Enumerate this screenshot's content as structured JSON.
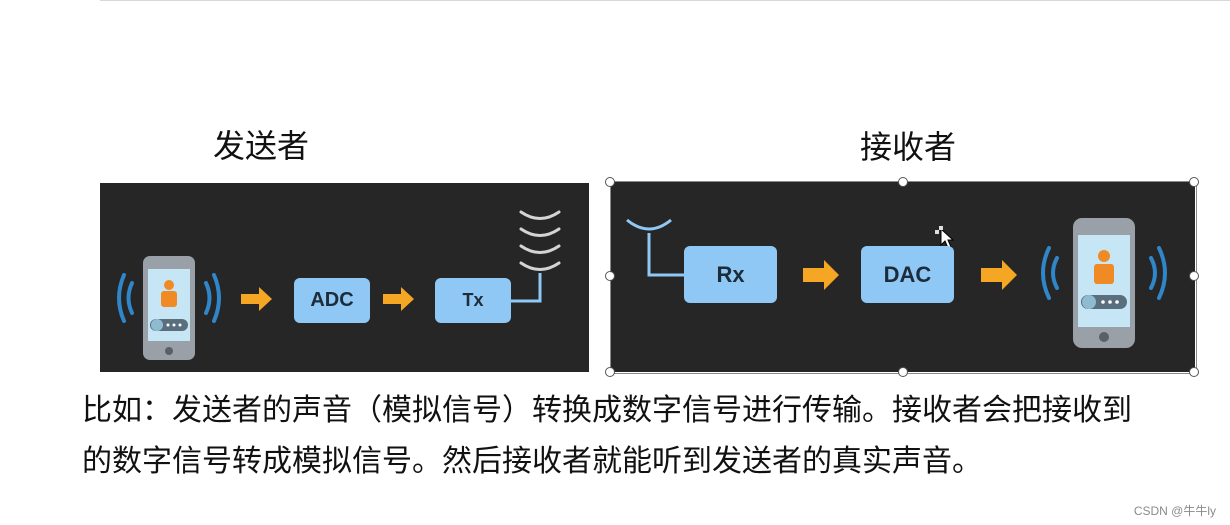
{
  "sender_title": "发送者",
  "receiver_title": "接收者",
  "sender_diagram": {
    "adc_label": "ADC",
    "tx_label": "Tx"
  },
  "receiver_diagram": {
    "rx_label": "Rx",
    "dac_label": "DAC"
  },
  "paragraph": {
    "line1": "比如：发送者的声音（模拟信号）转换成数字信号进行传输。接收者会把接收到",
    "line2": "的数字信号转成模拟信号。然后接收者就能听到发送者的真实声音。"
  },
  "watermark": "CSDN @牛牛ly",
  "colors": {
    "panel": "#262626",
    "box": "#8fc8f4",
    "arrow": "#f5a623",
    "wave": "#2f86c8",
    "phone": "#9aa0a8"
  }
}
